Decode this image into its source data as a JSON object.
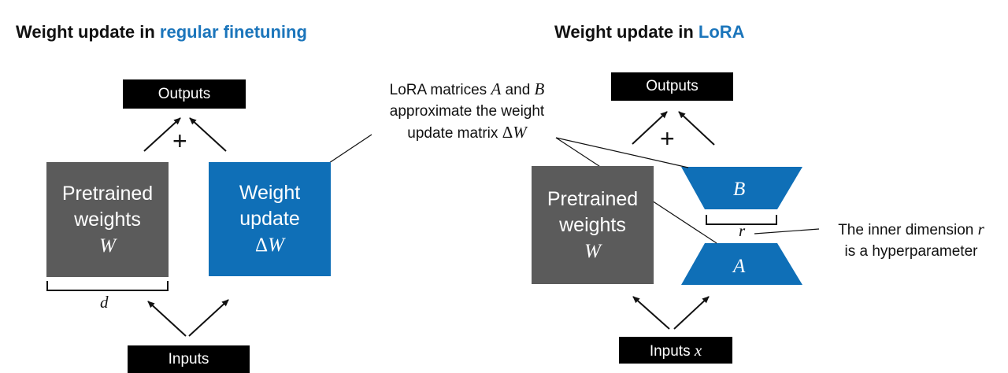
{
  "left_panel": {
    "title_prefix": "Weight update in ",
    "title_highlight": "regular finetuning",
    "outputs_label": "Outputs",
    "inputs_label": "Inputs",
    "plus": "+",
    "pretrained_line1": "Pretrained",
    "pretrained_line2": "weights",
    "pretrained_symbol": "W",
    "update_line1": "Weight",
    "update_line2": "update",
    "update_delta": "Δ",
    "update_symbol": "W",
    "dim_label": "d"
  },
  "right_panel": {
    "title_prefix": "Weight update in ",
    "title_highlight": "LoRA",
    "outputs_label": "Outputs",
    "inputs_prefix": "Inputs ",
    "inputs_symbol": "x",
    "plus": "+",
    "pretrained_line1": "Pretrained",
    "pretrained_line2": "weights",
    "pretrained_symbol": "W",
    "matrix_b": "B",
    "matrix_a": "A",
    "rank_label": "r"
  },
  "annotations": {
    "lora_note_part1": "LoRA matrices ",
    "lora_note_a": "A",
    "lora_note_and": " and ",
    "lora_note_b": "B",
    "lora_note_line2": "approximate the weight",
    "lora_note_line3_prefix": "update matrix ",
    "lora_note_delta": "Δ",
    "lora_note_w": "W",
    "inner_dim_prefix": "The inner dimension ",
    "inner_dim_symbol": "r",
    "inner_dim_line2": "is a hyperparameter"
  },
  "colors": {
    "accent_blue": "#1b75bb",
    "box_blue": "#0f6fb7",
    "box_gray": "#5b5b5b",
    "label_black": "#000000"
  }
}
